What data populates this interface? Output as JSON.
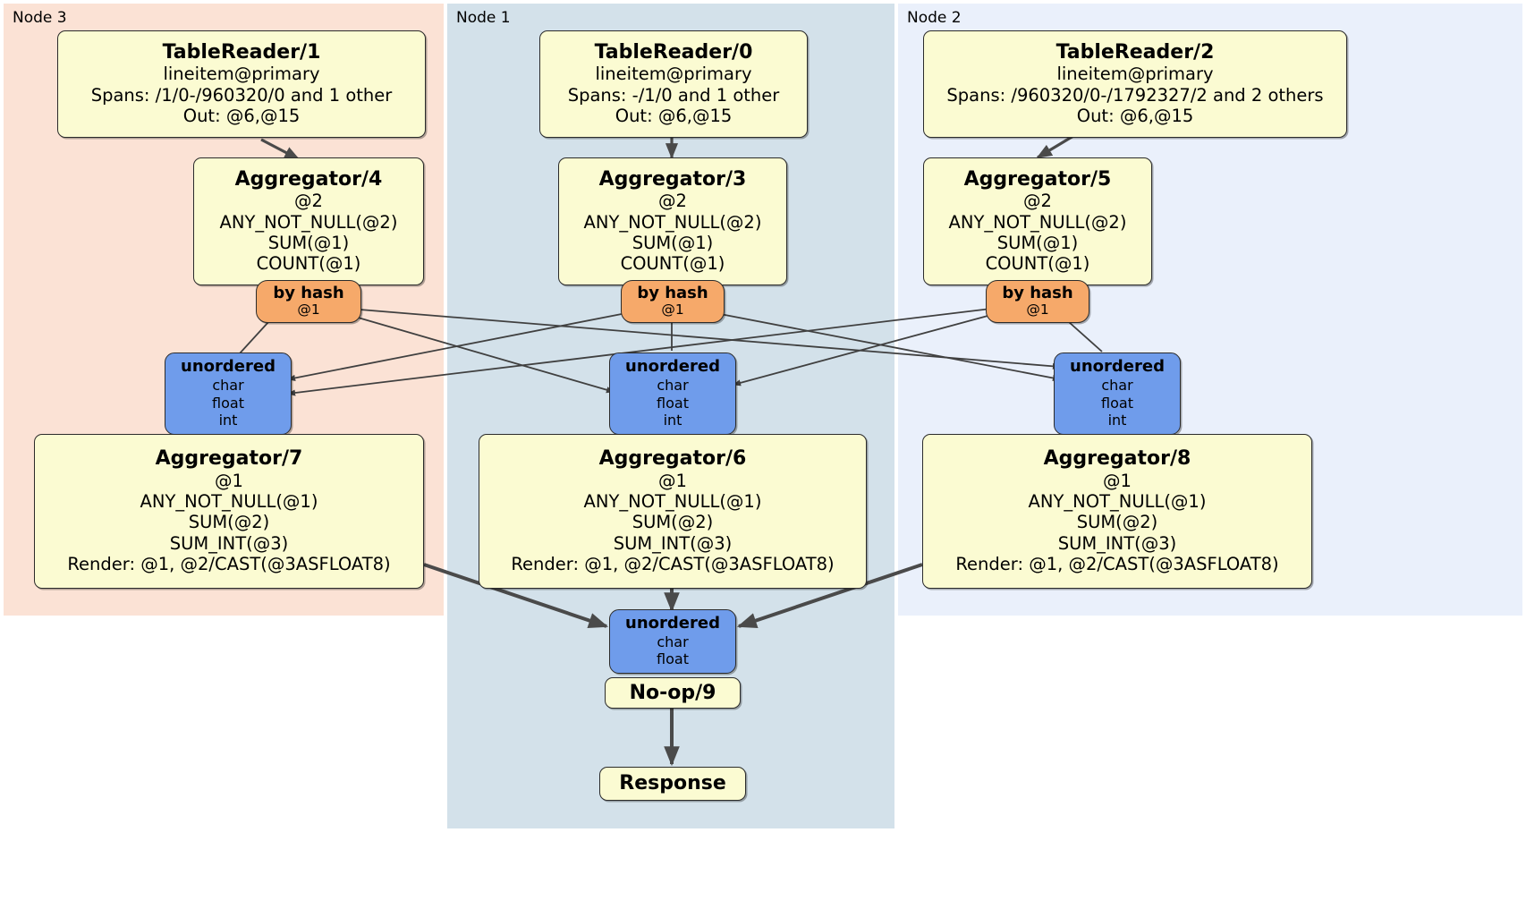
{
  "diagram": {
    "type": "distributed-query-plan",
    "regions": [
      {
        "id": "node3",
        "label": "Node 3",
        "color": "#fbe2d5"
      },
      {
        "id": "node1",
        "label": "Node 1",
        "color": "#d3e1ea"
      },
      {
        "id": "node2",
        "label": "Node 2",
        "color": "#eaf0fb"
      }
    ],
    "processors": {
      "tablereader1": {
        "title": "TableReader/1",
        "lines": [
          "lineitem@primary",
          "Spans: /1/0-/960320/0 and 1 other",
          "Out: @6,@15"
        ]
      },
      "tablereader0": {
        "title": "TableReader/0",
        "lines": [
          "lineitem@primary",
          "Spans: -/1/0 and 1 other",
          "Out: @6,@15"
        ]
      },
      "tablereader2": {
        "title": "TableReader/2",
        "lines": [
          "lineitem@primary",
          "Spans: /960320/0-/1792327/2 and 2 others",
          "Out: @6,@15"
        ]
      },
      "aggregator4": {
        "title": "Aggregator/4",
        "lines": [
          "@2",
          "ANY_NOT_NULL(@2)",
          "SUM(@1)",
          "COUNT(@1)"
        ]
      },
      "aggregator3": {
        "title": "Aggregator/3",
        "lines": [
          "@2",
          "ANY_NOT_NULL(@2)",
          "SUM(@1)",
          "COUNT(@1)"
        ]
      },
      "aggregator5": {
        "title": "Aggregator/5",
        "lines": [
          "@2",
          "ANY_NOT_NULL(@2)",
          "SUM(@1)",
          "COUNT(@1)"
        ]
      },
      "aggregator7": {
        "title": "Aggregator/7",
        "lines": [
          "@1",
          "ANY_NOT_NULL(@1)",
          "SUM(@2)",
          "SUM_INT(@3)",
          "Render: @1, @2/CAST(@3ASFLOAT8)"
        ]
      },
      "aggregator6": {
        "title": "Aggregator/6",
        "lines": [
          "@1",
          "ANY_NOT_NULL(@1)",
          "SUM(@2)",
          "SUM_INT(@3)",
          "Render: @1, @2/CAST(@3ASFLOAT8)"
        ]
      },
      "aggregator8": {
        "title": "Aggregator/8",
        "lines": [
          "@1",
          "ANY_NOT_NULL(@1)",
          "SUM(@2)",
          "SUM_INT(@3)",
          "Render: @1, @2/CAST(@3ASFLOAT8)"
        ]
      },
      "noop9": {
        "title": "No-op/9",
        "lines": []
      },
      "response": {
        "title": "Response",
        "lines": []
      }
    },
    "routers": {
      "router_node3": {
        "title": "by hash",
        "lines": [
          "@1"
        ]
      },
      "router_node1": {
        "title": "by hash",
        "lines": [
          "@1"
        ]
      },
      "router_node2": {
        "title": "by hash",
        "lines": [
          "@1"
        ]
      }
    },
    "receivers": {
      "recv_node3": {
        "title": "unordered",
        "lines": [
          "char",
          "float",
          "int"
        ]
      },
      "recv_node1": {
        "title": "unordered",
        "lines": [
          "char",
          "float",
          "int"
        ]
      },
      "recv_node2": {
        "title": "unordered",
        "lines": [
          "char",
          "float",
          "int"
        ]
      },
      "recv_final": {
        "title": "unordered",
        "lines": [
          "char",
          "float"
        ]
      }
    },
    "colors": {
      "processor_fill": "#fbfbd2",
      "router_fill": "#f6a96a",
      "receiver_fill": "#6f9ceb",
      "stroke": "#2b2b2b",
      "edge_thin": "#404040",
      "edge_thick": "#4a4a4a"
    }
  }
}
